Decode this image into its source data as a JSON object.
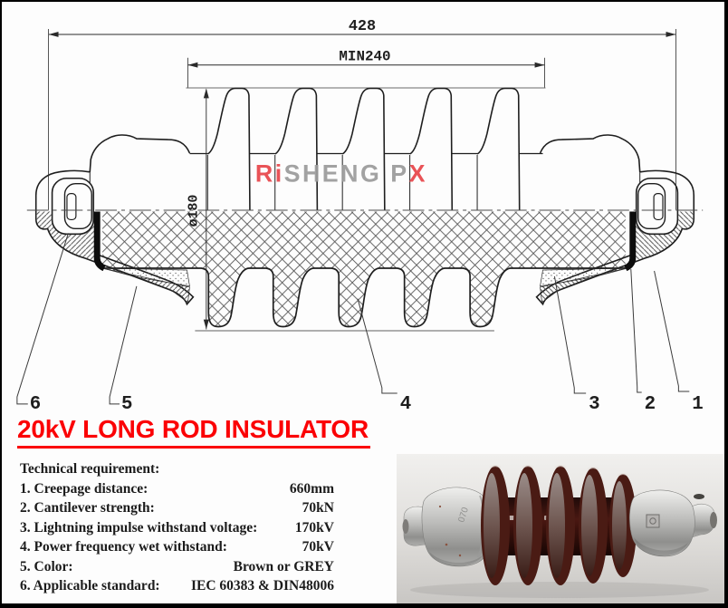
{
  "drawing": {
    "dim_overall": "428",
    "dim_min": "MIN240",
    "dim_diameter": "ø180",
    "watermark": {
      "part1": "Ri",
      "part2": "SHENG P",
      "part3": "X"
    },
    "part_labels": {
      "n1": "1",
      "n2": "2",
      "n3": "3",
      "n4": "4",
      "n5": "5",
      "n6": "6"
    }
  },
  "title": {
    "text": "20kV LONG ROD INSULATOR"
  },
  "specs": {
    "heading": "Technical requirement:",
    "rows": [
      {
        "label": "1. Creepage distance:",
        "value": "660mm"
      },
      {
        "label": "2. Cantilever strength:",
        "value": "70kN"
      },
      {
        "label": "3. Lightning impulse withstand voltage:",
        "value": "170kV"
      },
      {
        "label": "4. Power frequency wet withstand:",
        "value": "70kV"
      },
      {
        "label": "5. Color:",
        "value": "Brown or GREY"
      },
      {
        "label": "6. Applicable standard:",
        "value": "IEC 60383 & DIN48006"
      }
    ]
  },
  "photo": {
    "marking": "070"
  },
  "colors": {
    "title_red": "#fb0105",
    "watermark_red": "#e8474b",
    "watermark_gray": "#9c9c9c",
    "insulator_brown": "#4a1b14",
    "fitting_metal": "#b9b9b7"
  }
}
